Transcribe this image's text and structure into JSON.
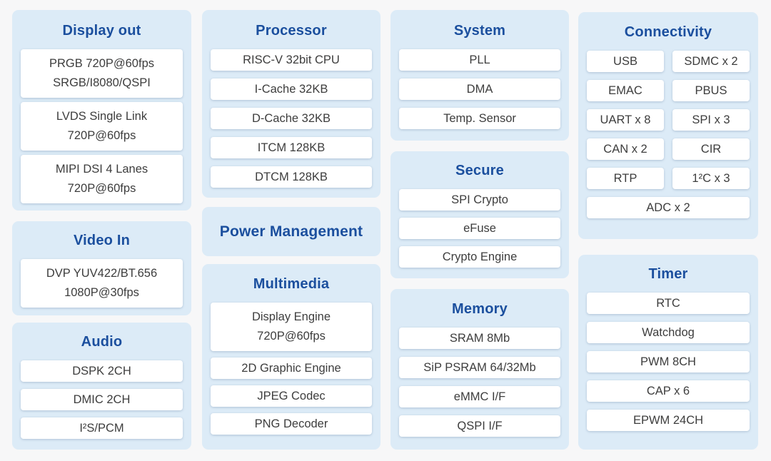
{
  "colors": {
    "page_background": "#f7f7f8",
    "panel_background": "#dcebf7",
    "title_blue": "#1b4f9e",
    "box_background": "#ffffff",
    "box_text": "#3d3d3d"
  },
  "panels": {
    "display_out": {
      "title": "Display out",
      "items": [
        [
          "PRGB 720P@60fps",
          "SRGB/I8080/QSPI"
        ],
        [
          "LVDS Single Link",
          "720P@60fps"
        ],
        [
          "MIPI DSI 4 Lanes",
          "720P@60fps"
        ]
      ]
    },
    "video_in": {
      "title": "Video In",
      "items": [
        [
          "DVP YUV422/BT.656",
          "1080P@30fps"
        ]
      ]
    },
    "audio": {
      "title": "Audio",
      "items": [
        "DSPK 2CH",
        "DMIC 2CH",
        "I²S/PCM"
      ]
    },
    "processor": {
      "title": "Processor",
      "items": [
        "RISC-V 32bit CPU",
        "I-Cache 32KB",
        "D-Cache 32KB",
        "ITCM 128KB",
        "DTCM 128KB"
      ]
    },
    "power_management": {
      "title": "Power Management"
    },
    "multimedia": {
      "title": "Multimedia",
      "display_engine": [
        "Display Engine",
        "720P@60fps"
      ],
      "items": [
        "2D Graphic Engine",
        "JPEG Codec",
        "PNG Decoder"
      ]
    },
    "system": {
      "title": "System",
      "items": [
        "PLL",
        "DMA",
        "Temp. Sensor"
      ]
    },
    "secure": {
      "title": "Secure",
      "items": [
        "SPI Crypto",
        "eFuse",
        "Crypto Engine"
      ]
    },
    "memory": {
      "title": "Memory",
      "items": [
        "SRAM 8Mb",
        "SiP PSRAM 64/32Mb",
        "eMMC I/F",
        "QSPI I/F"
      ]
    },
    "connectivity": {
      "title": "Connectivity",
      "cells": [
        "USB",
        "SDMC x 2",
        "EMAC",
        "PBUS",
        "UART x 8",
        "SPI x 3",
        "CAN x 2",
        "CIR",
        "RTP",
        "1²C x 3"
      ],
      "wide_cell": "ADC x 2"
    },
    "timer": {
      "title": "Timer",
      "items": [
        "RTC",
        "Watchdog",
        "PWM 8CH",
        "CAP x 6",
        "EPWM 24CH"
      ]
    }
  }
}
